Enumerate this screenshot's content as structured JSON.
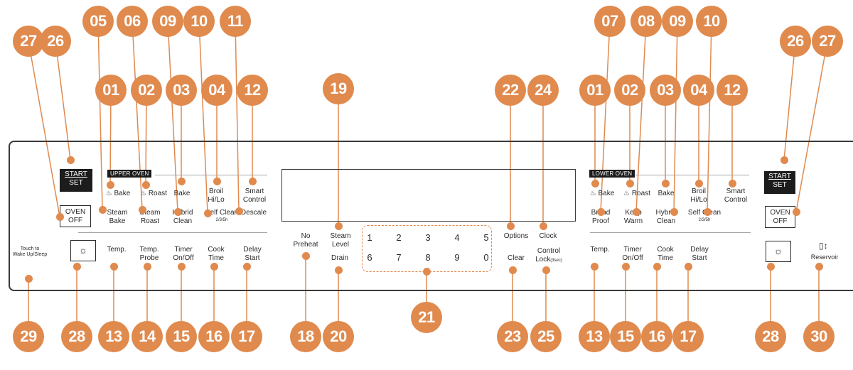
{
  "upper": {
    "tag": "UPPER OVEN",
    "start": "START",
    "set": "SET",
    "oven_off": [
      "OVEN",
      "OFF"
    ],
    "touch_wake": [
      "Touch to",
      "Wake Up/Sleep"
    ],
    "bake_top": "Bake",
    "roast_top": "Roast",
    "bake": "Bake",
    "broil": [
      "Broil",
      "Hi/Lo"
    ],
    "smart_control": [
      "Smart",
      "Control"
    ],
    "steam_bake": [
      "Steam",
      "Bake"
    ],
    "steam_roast": [
      "Steam",
      "Roast"
    ],
    "hybrid_clean": [
      "Hybrid",
      "Clean"
    ],
    "self_clean": "Self Clean",
    "self_clean_hours": "2/3/5h",
    "descale": "Descale",
    "temp": "Temp.",
    "temp_probe": [
      "Temp.",
      "Probe"
    ],
    "timer": [
      "Timer",
      "On/Off"
    ],
    "cook_time": [
      "Cook",
      "Time"
    ],
    "delay_start": [
      "Delay",
      "Start"
    ]
  },
  "center": {
    "no_preheat": [
      "No",
      "Preheat"
    ],
    "steam_level": [
      "Steam",
      "Level"
    ],
    "drain": "Drain",
    "keypad": [
      "1",
      "2",
      "3",
      "4",
      "5",
      "6",
      "7",
      "8",
      "9",
      "0"
    ],
    "options": "Options",
    "clock": "Clock",
    "clear": "Clear",
    "control_lock": "Control",
    "control_lock2": "Lock",
    "control_lock_hint": "(3sec)"
  },
  "lower": {
    "tag": "LOWER OVEN",
    "start": "START",
    "set": "SET",
    "oven_off": [
      "OVEN",
      "OFF"
    ],
    "bake_top": "Bake",
    "roast_top": "Roast",
    "bake": "Bake",
    "broil": [
      "Broil",
      "Hi/Lo"
    ],
    "smart_control": [
      "Smart",
      "Control"
    ],
    "bread_proof": [
      "Bread",
      "Proof"
    ],
    "keep_warm": [
      "Keep",
      "Warm"
    ],
    "hybrid_clean": [
      "Hybrid",
      "Clean"
    ],
    "self_clean": "Self Clean",
    "self_clean_hours": "2/3/5h",
    "temp": "Temp.",
    "timer": [
      "Timer",
      "On/Off"
    ],
    "cook_time": [
      "Cook",
      "Time"
    ],
    "delay_start": [
      "Delay",
      "Start"
    ],
    "reservoir": "Reservoir"
  },
  "callouts": {
    "n01": "01",
    "n02": "02",
    "n03": "03",
    "n04": "04",
    "n05": "05",
    "n06": "06",
    "n07": "07",
    "n08": "08",
    "n09": "09",
    "n10": "10",
    "n11": "11",
    "n12": "12",
    "n13": "13",
    "n14": "14",
    "n15": "15",
    "n16": "16",
    "n17": "17",
    "n18": "18",
    "n19": "19",
    "n20": "20",
    "n21": "21",
    "n22": "22",
    "n23": "23",
    "n24": "24",
    "n25": "25",
    "n26": "26",
    "n27": "27",
    "n28": "28",
    "n29": "29",
    "n30": "30"
  },
  "colors": {
    "accent": "#e08a4e",
    "line": "#3a3a3a"
  },
  "icons": {
    "light": "light-bulb-icon",
    "steam": "steam-icon",
    "reservoir": "reservoir-icon"
  }
}
